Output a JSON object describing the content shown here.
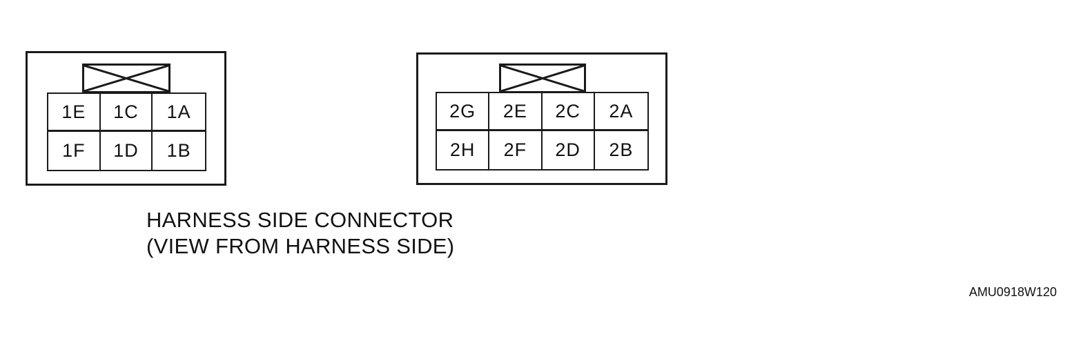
{
  "connectors": [
    {
      "rows": [
        [
          "1E",
          "1C",
          "1A"
        ],
        [
          "1F",
          "1D",
          "1B"
        ]
      ]
    },
    {
      "rows": [
        [
          "2G",
          "2E",
          "2C",
          "2A"
        ],
        [
          "2H",
          "2F",
          "2D",
          "2B"
        ]
      ]
    }
  ],
  "caption": {
    "line1": "HARNESS SIDE CONNECTOR",
    "line2": "(VIEW FROM HARNESS SIDE)"
  },
  "figure_code": "AMU0918W120",
  "colors": {
    "line": "#1a1a1a",
    "background": "#ffffff",
    "text": "#111111"
  }
}
